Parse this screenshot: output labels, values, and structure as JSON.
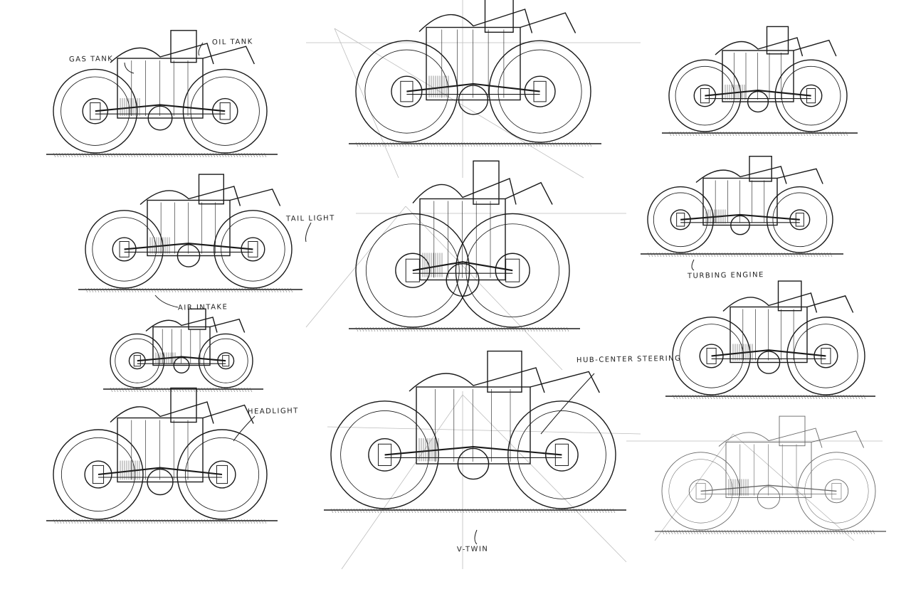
{
  "annotations": {
    "gas_tank": "GAS TANK",
    "oil_tank": "OIL TANK",
    "tail_light": "TAIL LIGHT",
    "air_intake": "AIR INTAKE",
    "headlight": "HEADLIGHT",
    "turbine_engine": "TURBING ENGINE",
    "hub_center_steering": "HUB-CENTER STEERING",
    "v_twin": "V-TWIN"
  },
  "colors": {
    "ink": "#1a1a1a",
    "construction": "#bdbdbd",
    "paper": "#ffffff"
  }
}
